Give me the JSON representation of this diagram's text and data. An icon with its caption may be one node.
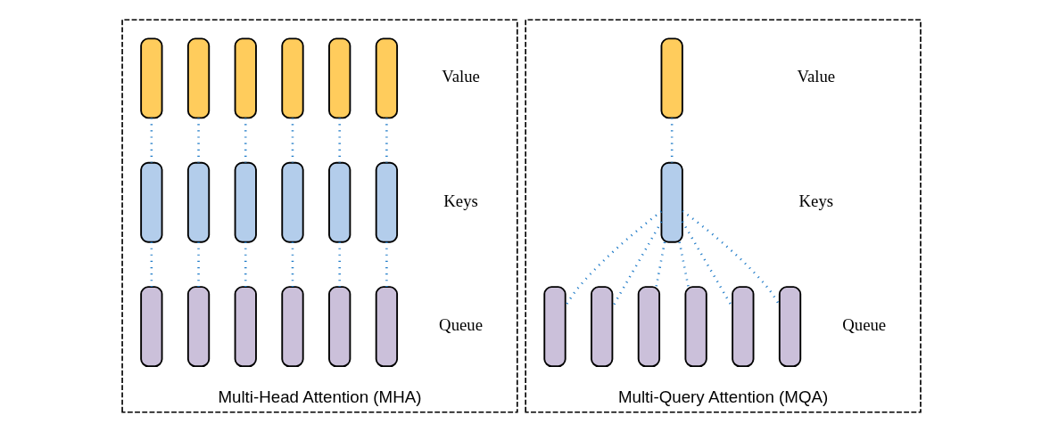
{
  "diagram": {
    "nodes": [
      {
        "text": [
          "Multi-Head Attention (MHA)"
        ]
      },
      {
        "text": [],
        "shape": "bar",
        "in": 0
      },
      {
        "text": [],
        "shape": "bar",
        "in": 0
      },
      {
        "text": [],
        "shape": "bar",
        "in": 0
      },
      {
        "text": [],
        "shape": "bar",
        "in": 0
      },
      {
        "text": [],
        "shape": "bar",
        "in": 0
      },
      {
        "text": [],
        "shape": "bar",
        "in": 0
      },
      {
        "text": [],
        "shape": "bar",
        "in": 0
      },
      {
        "text": [],
        "shape": "bar",
        "in": 0
      },
      {
        "text": [],
        "shape": "bar",
        "in": 0
      },
      {
        "text": [],
        "shape": "bar",
        "in": 0
      },
      {
        "text": [],
        "shape": "bar",
        "in": 0
      },
      {
        "text": [],
        "shape": "bar",
        "in": 0
      },
      {
        "text": [],
        "shape": "bar",
        "in": 0
      },
      {
        "text": [],
        "shape": "bar",
        "in": 0
      },
      {
        "text": [],
        "shape": "bar",
        "in": 0
      },
      {
        "text": [],
        "shape": "bar",
        "in": 0
      },
      {
        "text": [],
        "shape": "bar",
        "in": 0
      },
      {
        "text": [],
        "shape": "bar",
        "in": 0
      },
      {
        "text": [
          "Multi-Query Attention (MQA)"
        ]
      },
      {
        "text": [],
        "shape": "bar",
        "in": 19
      },
      {
        "text": [],
        "shape": "bar",
        "in": 19
      },
      {
        "text": [],
        "shape": "bar",
        "in": 19
      },
      {
        "text": [],
        "shape": "bar",
        "in": 19
      },
      {
        "text": [],
        "shape": "bar",
        "in": 19
      },
      {
        "text": [],
        "shape": "bar",
        "in": 19
      },
      {
        "text": [],
        "shape": "bar",
        "in": 19
      },
      {
        "text": [],
        "shape": "bar",
        "in": 19
      }
    ],
    "edges": [
      {
        "from": 1,
        "to": 7,
        "arrow": "none",
        "style": "dashed"
      },
      {
        "from": 2,
        "to": 8,
        "arrow": "none",
        "style": "dashed"
      },
      {
        "from": 3,
        "to": 9,
        "arrow": "none",
        "style": "dashed"
      },
      {
        "from": 4,
        "to": 10,
        "arrow": "none",
        "style": "dashed"
      },
      {
        "from": 5,
        "to": 11,
        "arrow": "none",
        "style": "dashed"
      },
      {
        "from": 6,
        "to": 12,
        "arrow": "none",
        "style": "dashed"
      },
      {
        "from": 7,
        "to": 13,
        "arrow": "none",
        "style": "dashed"
      },
      {
        "from": 8,
        "to": 14,
        "arrow": "none",
        "style": "dashed"
      },
      {
        "from": 9,
        "to": 15,
        "arrow": "none",
        "style": "dashed"
      },
      {
        "from": 10,
        "to": 16,
        "arrow": "none",
        "style": "dashed"
      },
      {
        "from": 11,
        "to": 17,
        "arrow": "none",
        "style": "dashed"
      },
      {
        "from": 12,
        "to": 18,
        "arrow": "none",
        "style": "dashed"
      },
      {
        "from": 20,
        "to": 21,
        "arrow": "none",
        "style": "dashed"
      },
      {
        "from": 21,
        "to": 22,
        "arrow": "none",
        "style": "dashed"
      },
      {
        "from": 21,
        "to": 23,
        "arrow": "none",
        "style": "dashed"
      },
      {
        "from": 21,
        "to": 24,
        "arrow": "none",
        "style": "dashed"
      },
      {
        "from": 21,
        "to": 25,
        "arrow": "none",
        "style": "dashed"
      },
      {
        "from": 21,
        "to": 26,
        "arrow": "none",
        "style": "dashed"
      },
      {
        "from": 21,
        "to": 27,
        "arrow": "none",
        "style": "dashed"
      }
    ],
    "labels": [
      "Value",
      "Keys",
      "Queue",
      "Value",
      "Keys",
      "Queue"
    ]
  }
}
